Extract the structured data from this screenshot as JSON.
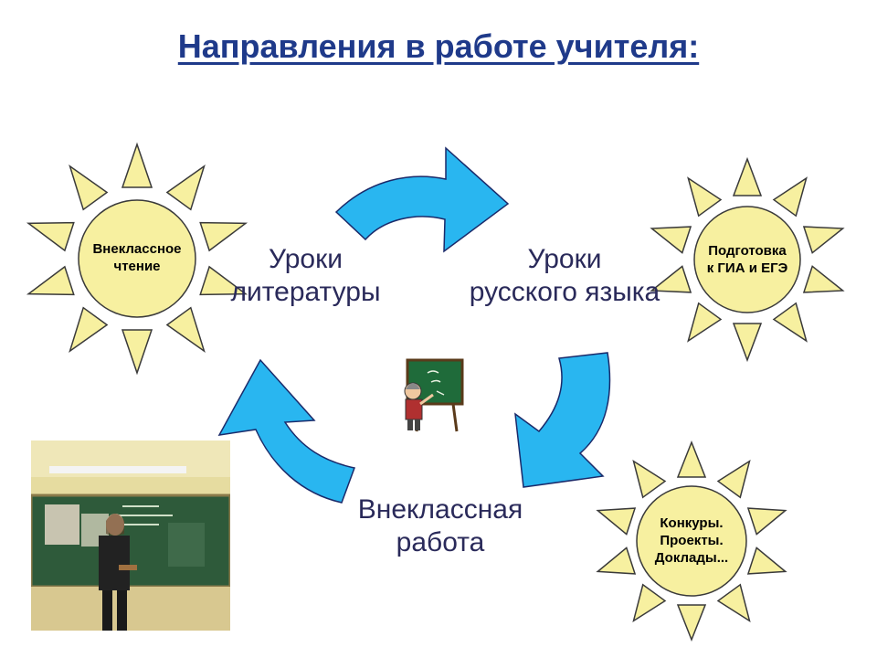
{
  "title": "Направления в работе учителя:",
  "labels": {
    "literature_line1": "Уроки",
    "literature_line2": "литературы",
    "russian_line1": "Уроки",
    "russian_line2": "русского языка",
    "extracurricular_line1": "Внеклассная",
    "extracurricular_line2": "работа"
  },
  "suns": {
    "reading_line1": "Внеклассное",
    "reading_line2": "чтение",
    "exams_line1": "Подготовка",
    "exams_line2": "к ГИА и ЕГЭ",
    "contests_line1": "Конкуры.",
    "contests_line2": "Проекты.",
    "contests_line3": "Доклады..."
  },
  "colors": {
    "sun_fill": "#f7f0a0",
    "sun_stroke": "#3a3a3a",
    "arrow_fill": "#29b6f0",
    "arrow_stroke": "#1a2a6a",
    "title": "#1f3a8a"
  }
}
